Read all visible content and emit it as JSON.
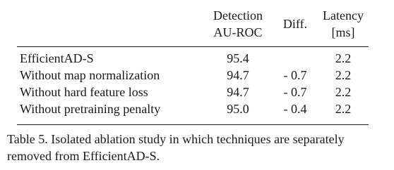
{
  "table": {
    "headers": {
      "detection_line1": "Detection",
      "detection_line2": "AU-ROC",
      "diff": "Diff.",
      "latency_line1": "Latency",
      "latency_line2": "[ms]"
    },
    "rows": [
      {
        "name": "EfficientAD-S",
        "detection": "95.4",
        "diff": "",
        "latency": "2.2"
      },
      {
        "name": "Without map normalization",
        "detection": "94.7",
        "diff": "- 0.7",
        "latency": "2.2"
      },
      {
        "name": "Without hard feature loss",
        "detection": "94.7",
        "diff": "- 0.7",
        "latency": "2.2"
      },
      {
        "name": "Without pretraining penalty",
        "detection": "95.0",
        "diff": "- 0.4",
        "latency": "2.2"
      }
    ]
  },
  "caption": {
    "line1": "Table 5. Isolated ablation study in which techniques are separately",
    "line2": "removed from EfficientAD-S."
  }
}
